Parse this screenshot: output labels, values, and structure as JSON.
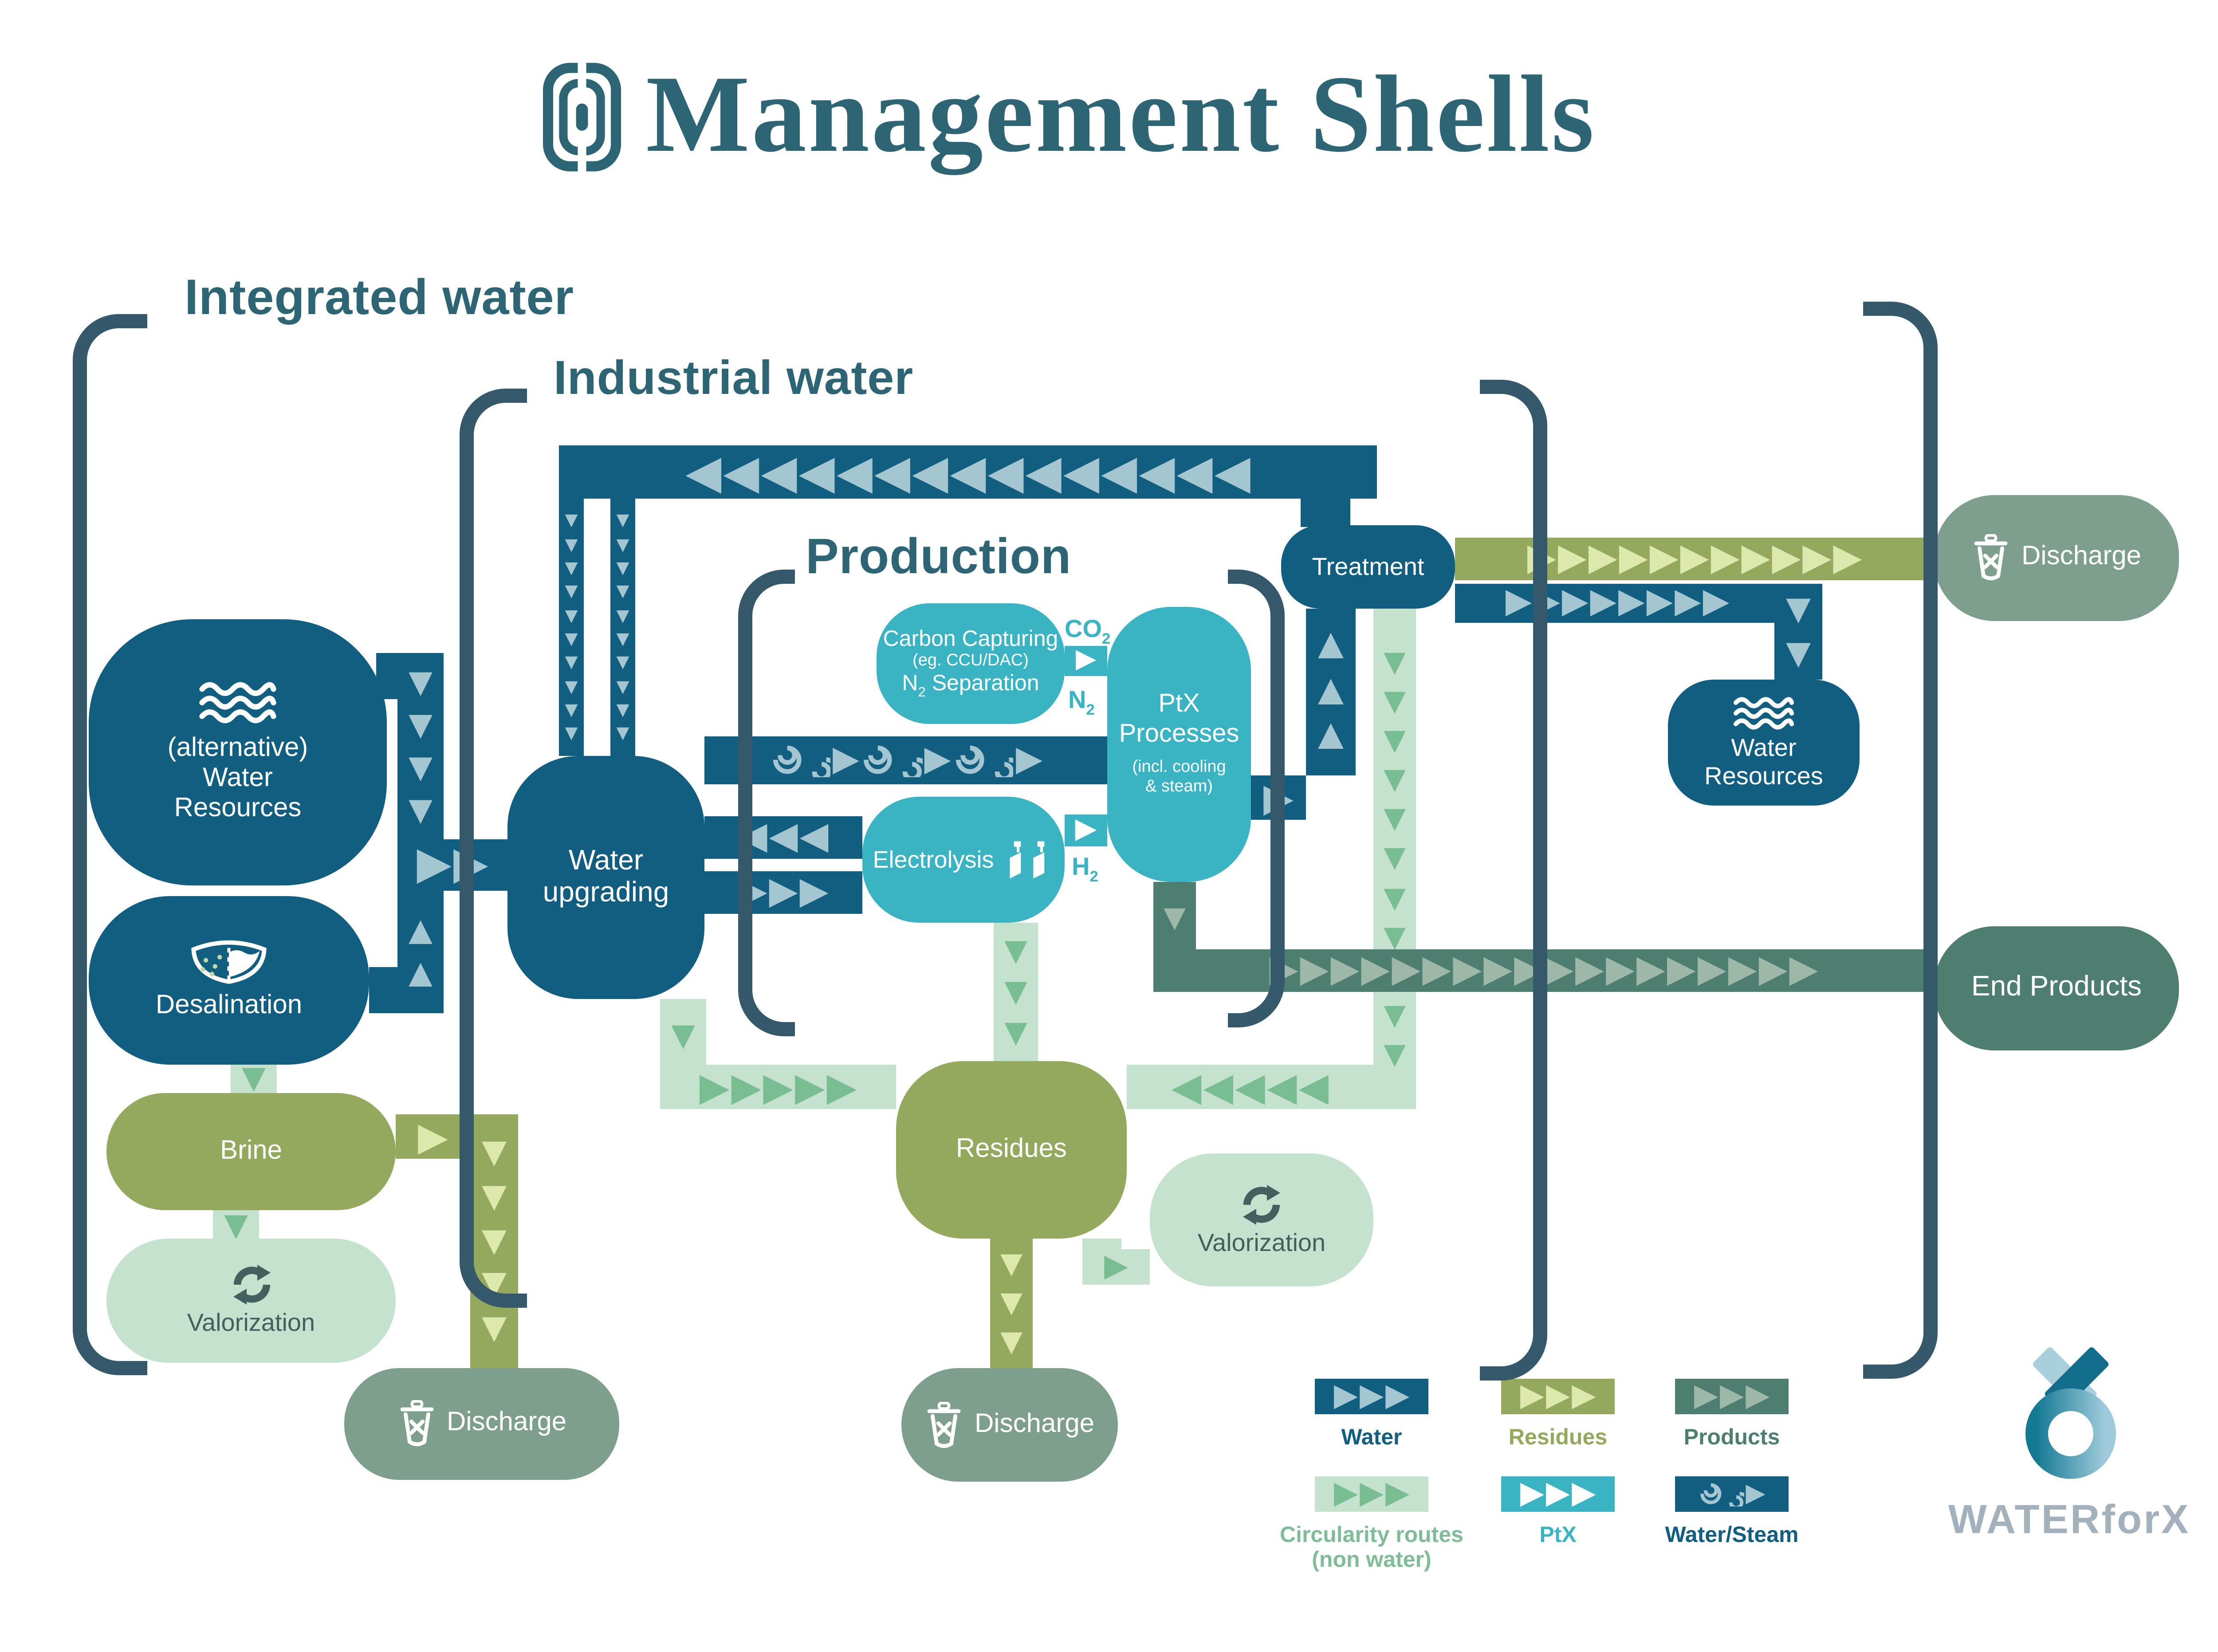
{
  "title": {
    "text": "Management Shells"
  },
  "groups": {
    "integrated": "Integrated water",
    "industrial": "Industrial water",
    "production": "Production"
  },
  "nodes": {
    "alt_water_resources": {
      "lines": [
        "(alternative)",
        "Water",
        "Resources"
      ]
    },
    "desalination": {
      "label": "Desalination"
    },
    "brine": {
      "label": "Brine"
    },
    "valorization_left": {
      "label": "Valorization"
    },
    "discharge_left": {
      "label": "Discharge"
    },
    "water_upgrading": {
      "lines": [
        "Water",
        "upgrading"
      ]
    },
    "carbon_capturing": {
      "line1": "Carbon Capturing",
      "line2": "(eg. CCU/DAC)",
      "line3_pre": "N",
      "line3_sub": "2",
      "line3_post": "Separation"
    },
    "electrolysis": {
      "label": "Electrolysis"
    },
    "ptx": {
      "line1": "PtX",
      "line2": "Processes",
      "line3": "(incl. cooling",
      "line4": "& steam)"
    },
    "treatment": {
      "label": "Treatment"
    },
    "water_resources_right": {
      "lines": [
        "Water",
        "Resources"
      ]
    },
    "discharge_right": {
      "label": "Discharge"
    },
    "end_products": {
      "label": "End Products"
    },
    "residues": {
      "label": "Residues"
    },
    "valorization_right": {
      "label": "Valorization"
    },
    "discharge_bottom": {
      "label": "Discharge"
    }
  },
  "molecules": {
    "co2": {
      "pre": "CO",
      "sub": "2"
    },
    "n2": {
      "pre": "N",
      "sub": "2"
    },
    "h2": {
      "pre": "H",
      "sub": "2"
    }
  },
  "legend": {
    "water": "Water",
    "residues": "Residues",
    "products": "Products",
    "circularity_line1": "Circularity routes",
    "circularity_line2": "(non water)",
    "ptx": "PtX",
    "water_steam": "Water/Steam"
  },
  "logo": {
    "wordmark": "WATERforX"
  },
  "colors": {
    "water_band": "#115e80",
    "water_arrow": "#a3c6d1",
    "residues_band": "#94a85e",
    "residues_arrow": "#dde8ac",
    "products_band": "#4e7e70",
    "products_arrow": "#9db7a8",
    "circularity_band": "#c5e2cf",
    "circularity_arrow": "#79bd92",
    "ptx_band": "#3ab3c3",
    "ptx_arrow": "#ffffff",
    "sage_node": "#7f9f8e",
    "bracket": "#35596b",
    "heading": "#2d6575",
    "valorization_text": "#44605e",
    "logo_text": "#a2b1bc"
  }
}
